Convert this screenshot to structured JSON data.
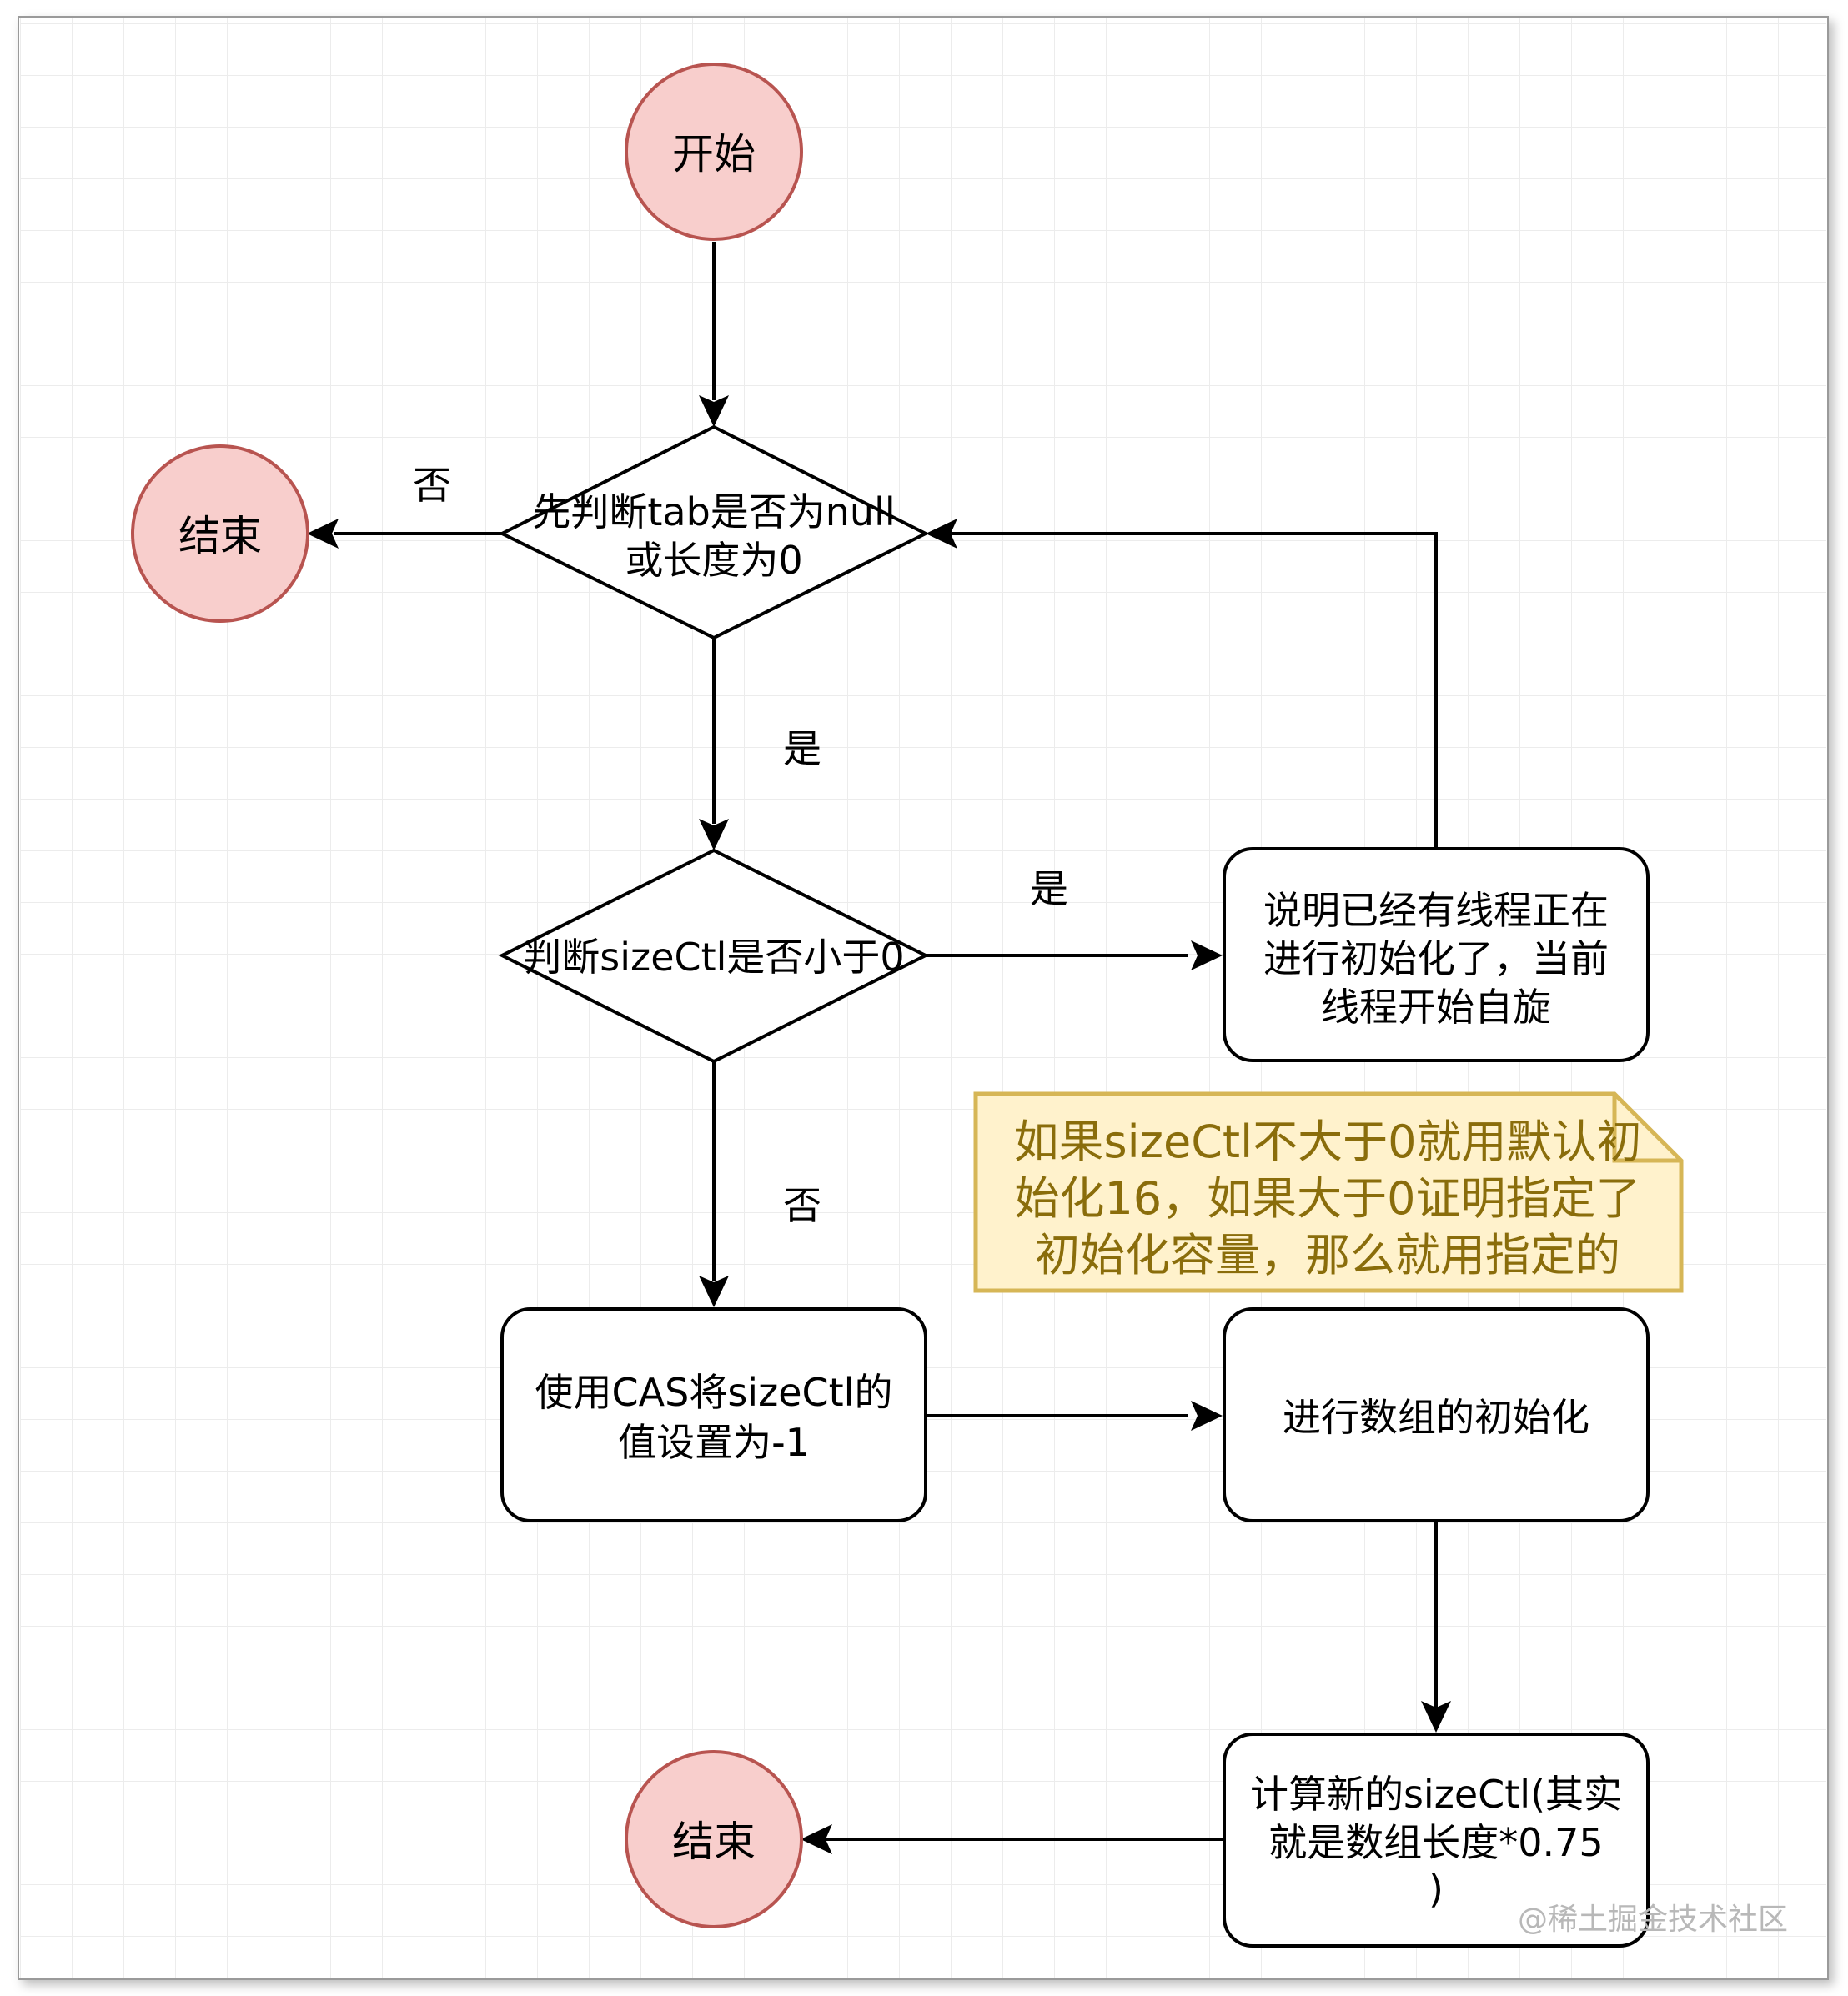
{
  "nodes": {
    "start": {
      "label": "开始"
    },
    "end_left": {
      "label": "结束"
    },
    "check_tab": {
      "lines": [
        "先判断tab是否为null",
        "或长度为0"
      ]
    },
    "check_sizectl": {
      "label": "判断sizeCtl是否小于0"
    },
    "spin": {
      "lines": [
        "说明已经有线程正在",
        "进行初始化了，当前",
        "线程开始自旋"
      ]
    },
    "note": {
      "lines": [
        "如果sizeCtl不大于0就用默认初",
        "始化16，如果大于0证明指定了",
        "初始化容量，那么就用指定的"
      ]
    },
    "cas": {
      "lines": [
        "使用CAS将sizeCtl的",
        "值设置为-1"
      ]
    },
    "init_array": {
      "label": "进行数组的初始化"
    },
    "compute": {
      "lines": [
        "计算新的sizeCtl(其实",
        "就是数组长度*0.75",
        ")"
      ]
    },
    "end_bottom": {
      "label": "结束"
    }
  },
  "edge_labels": {
    "tab_no": "否",
    "tab_yes": "是",
    "sizectl_yes": "是",
    "sizectl_no": "否"
  },
  "watermark": "@稀土掘金技术社区",
  "colors": {
    "terminal_fill": "#f8cecc",
    "terminal_stroke": "#b85450",
    "note_fill": "#fff2cc",
    "note_stroke": "#d6b656",
    "note_text": "#8a6d0b",
    "line": "#000000",
    "grid": "#e9e9e9"
  }
}
